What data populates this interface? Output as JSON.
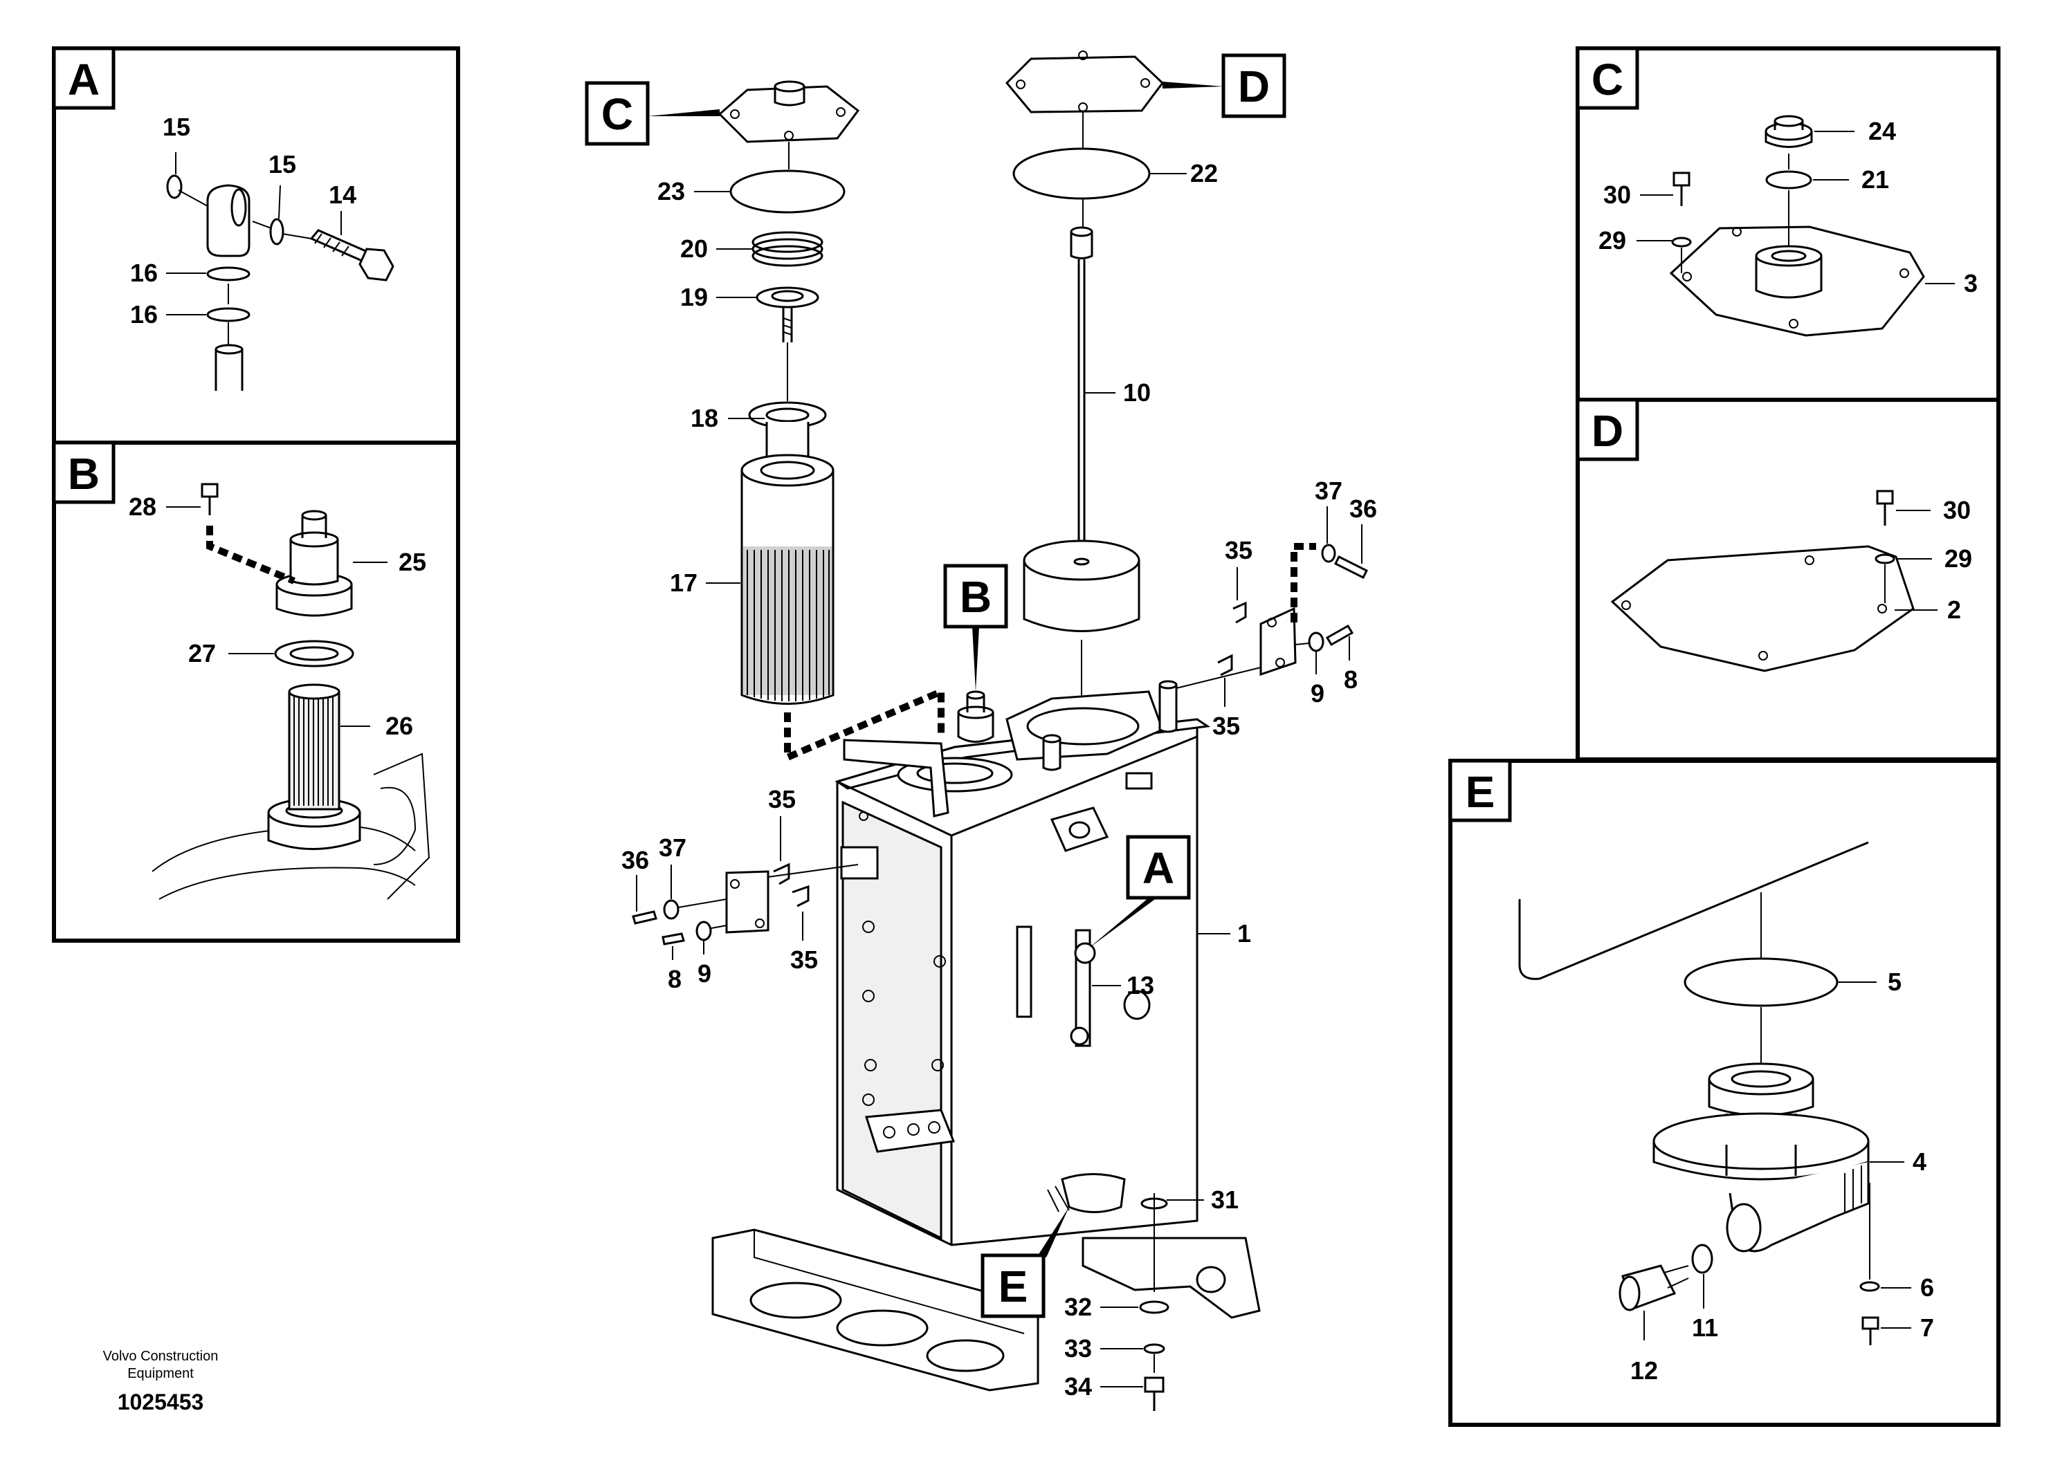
{
  "footer": {
    "company_line1": "Volvo Construction",
    "company_line2": "Equipment",
    "drawing_number": "1025453"
  },
  "detail_letters": {
    "A": "A",
    "B": "B",
    "C": "C",
    "D": "D",
    "E": "E"
  },
  "part_numbers": {
    "p1": "1",
    "p2": "2",
    "p3": "3",
    "p4": "4",
    "p5": "5",
    "p6": "6",
    "p7": "7",
    "p8": "8",
    "p9": "9",
    "p10": "10",
    "p11": "11",
    "p12": "12",
    "p13": "13",
    "p14": "14",
    "p15": "15",
    "p16": "16",
    "p17": "17",
    "p18": "18",
    "p19": "19",
    "p20": "20",
    "p21": "21",
    "p22": "22",
    "p23": "23",
    "p24": "24",
    "p25": "25",
    "p26": "26",
    "p27": "27",
    "p28": "28",
    "p29": "29",
    "p30": "30",
    "p31": "31",
    "p32": "32",
    "p33": "33",
    "p34": "34",
    "p35": "35",
    "p36": "36",
    "p37": "37"
  }
}
